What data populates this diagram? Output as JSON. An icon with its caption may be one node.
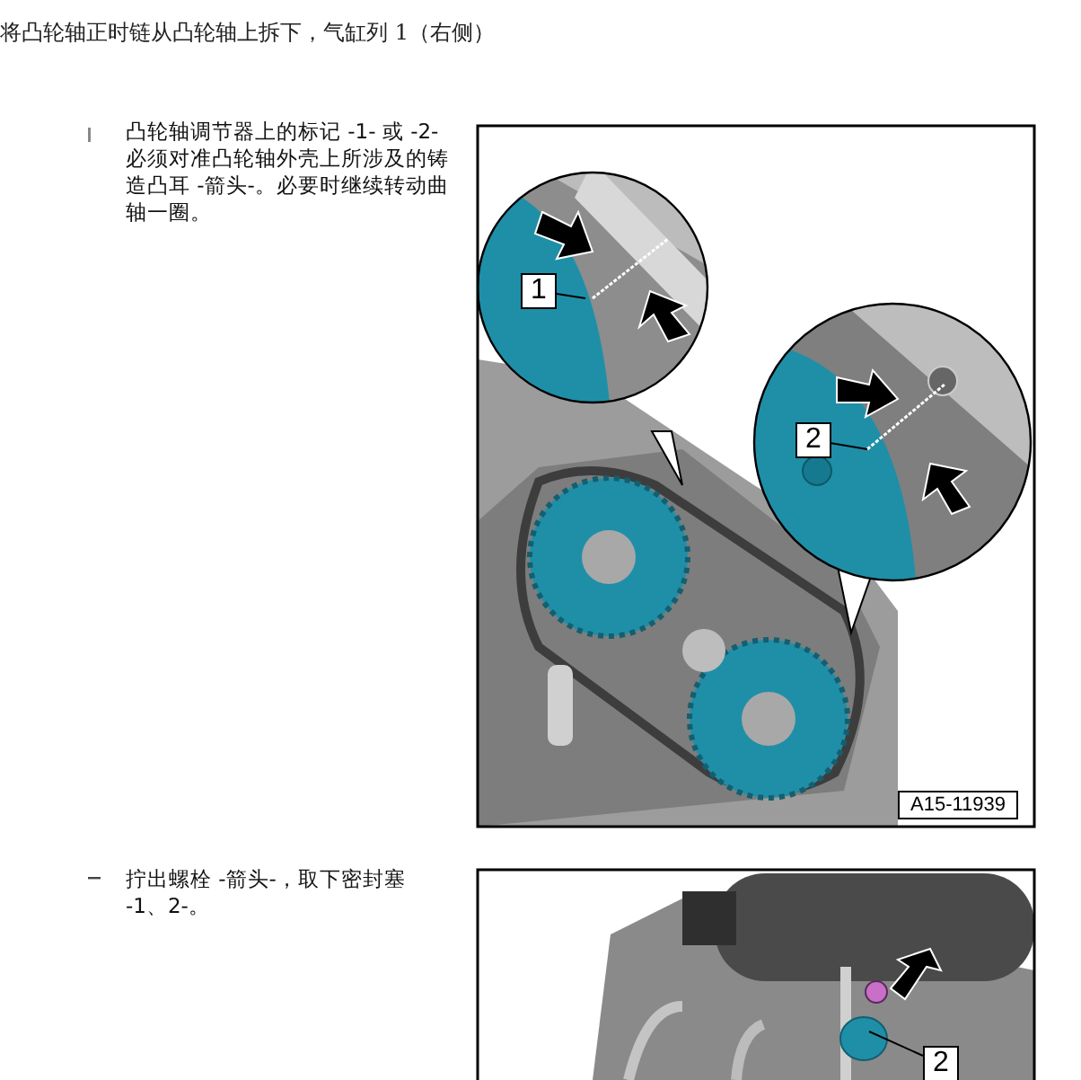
{
  "diagram": {
    "title": "将凸轮轴正时链从凸轮轴上拆下，气缸列 1（右侧）",
    "nodes": [
      {
        "text": [
          "1"
        ]
      },
      {
        "text": [
          "2"
        ]
      },
      {
        "text": [
          "2"
        ]
      }
    ],
    "edges": [
      {
        "from": 0,
        "to": null,
        "arrow": "none"
      },
      {
        "from": 1,
        "to": null,
        "arrow": "none"
      },
      {
        "from": 2,
        "to": null,
        "arrow": "none"
      }
    ],
    "labels": [
      "凸轮轴调节器上的标记 -1- 或 -2- 必须对准凸轮轴外壳上所涉及的铸造凸耳 -箭头-。必要时继续转动曲轴一圈。",
      "A15-11939",
      "拧出螺栓 -箭头-，取下密封塞 -1、2-。"
    ]
  }
}
